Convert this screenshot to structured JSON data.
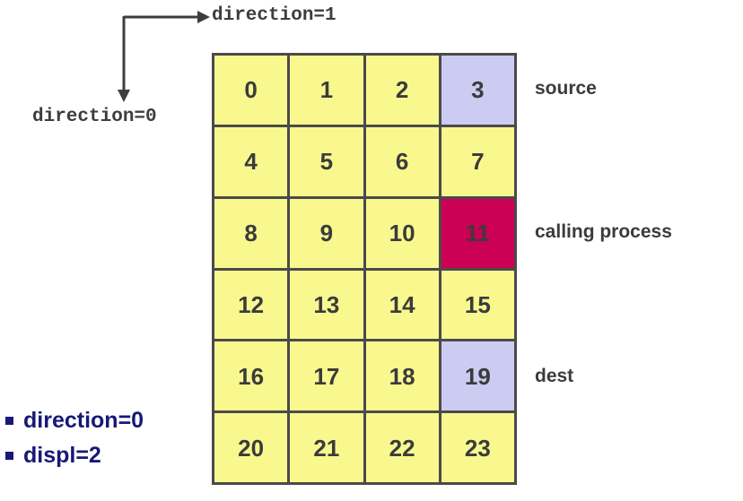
{
  "axes": {
    "horizontal_label": "direction=1",
    "vertical_label": "direction=0",
    "horizontal_arrow_icon": "arrow-right-icon",
    "vertical_arrow_icon": "arrow-down-icon"
  },
  "grid": {
    "rows": 6,
    "cols": 4,
    "cells": [
      {
        "value": "0",
        "style": "yellow"
      },
      {
        "value": "1",
        "style": "yellow"
      },
      {
        "value": "2",
        "style": "yellow"
      },
      {
        "value": "3",
        "style": "blue"
      },
      {
        "value": "4",
        "style": "yellow"
      },
      {
        "value": "5",
        "style": "yellow"
      },
      {
        "value": "6",
        "style": "yellow"
      },
      {
        "value": "7",
        "style": "yellow"
      },
      {
        "value": "8",
        "style": "yellow"
      },
      {
        "value": "9",
        "style": "yellow"
      },
      {
        "value": "10",
        "style": "yellow"
      },
      {
        "value": "11",
        "style": "magenta"
      },
      {
        "value": "12",
        "style": "yellow"
      },
      {
        "value": "13",
        "style": "yellow"
      },
      {
        "value": "14",
        "style": "yellow"
      },
      {
        "value": "15",
        "style": "yellow"
      },
      {
        "value": "16",
        "style": "yellow"
      },
      {
        "value": "17",
        "style": "yellow"
      },
      {
        "value": "18",
        "style": "yellow"
      },
      {
        "value": "19",
        "style": "blue"
      },
      {
        "value": "20",
        "style": "yellow"
      },
      {
        "value": "21",
        "style": "yellow"
      },
      {
        "value": "22",
        "style": "yellow"
      },
      {
        "value": "23",
        "style": "yellow"
      }
    ]
  },
  "annotations": {
    "source": "source",
    "calling_process": "calling process",
    "dest": "dest"
  },
  "bullets": [
    {
      "text": "direction=0"
    },
    {
      "text": "displ=2"
    }
  ],
  "colors": {
    "cell_yellow": "#f8f88f",
    "cell_blue": "#ccccf2",
    "cell_magenta": "#cc0055",
    "grid_border": "#4a4a4a",
    "text_dark": "#3b3b3b",
    "bullet_navy": "#181878",
    "background": "#ffffff"
  }
}
